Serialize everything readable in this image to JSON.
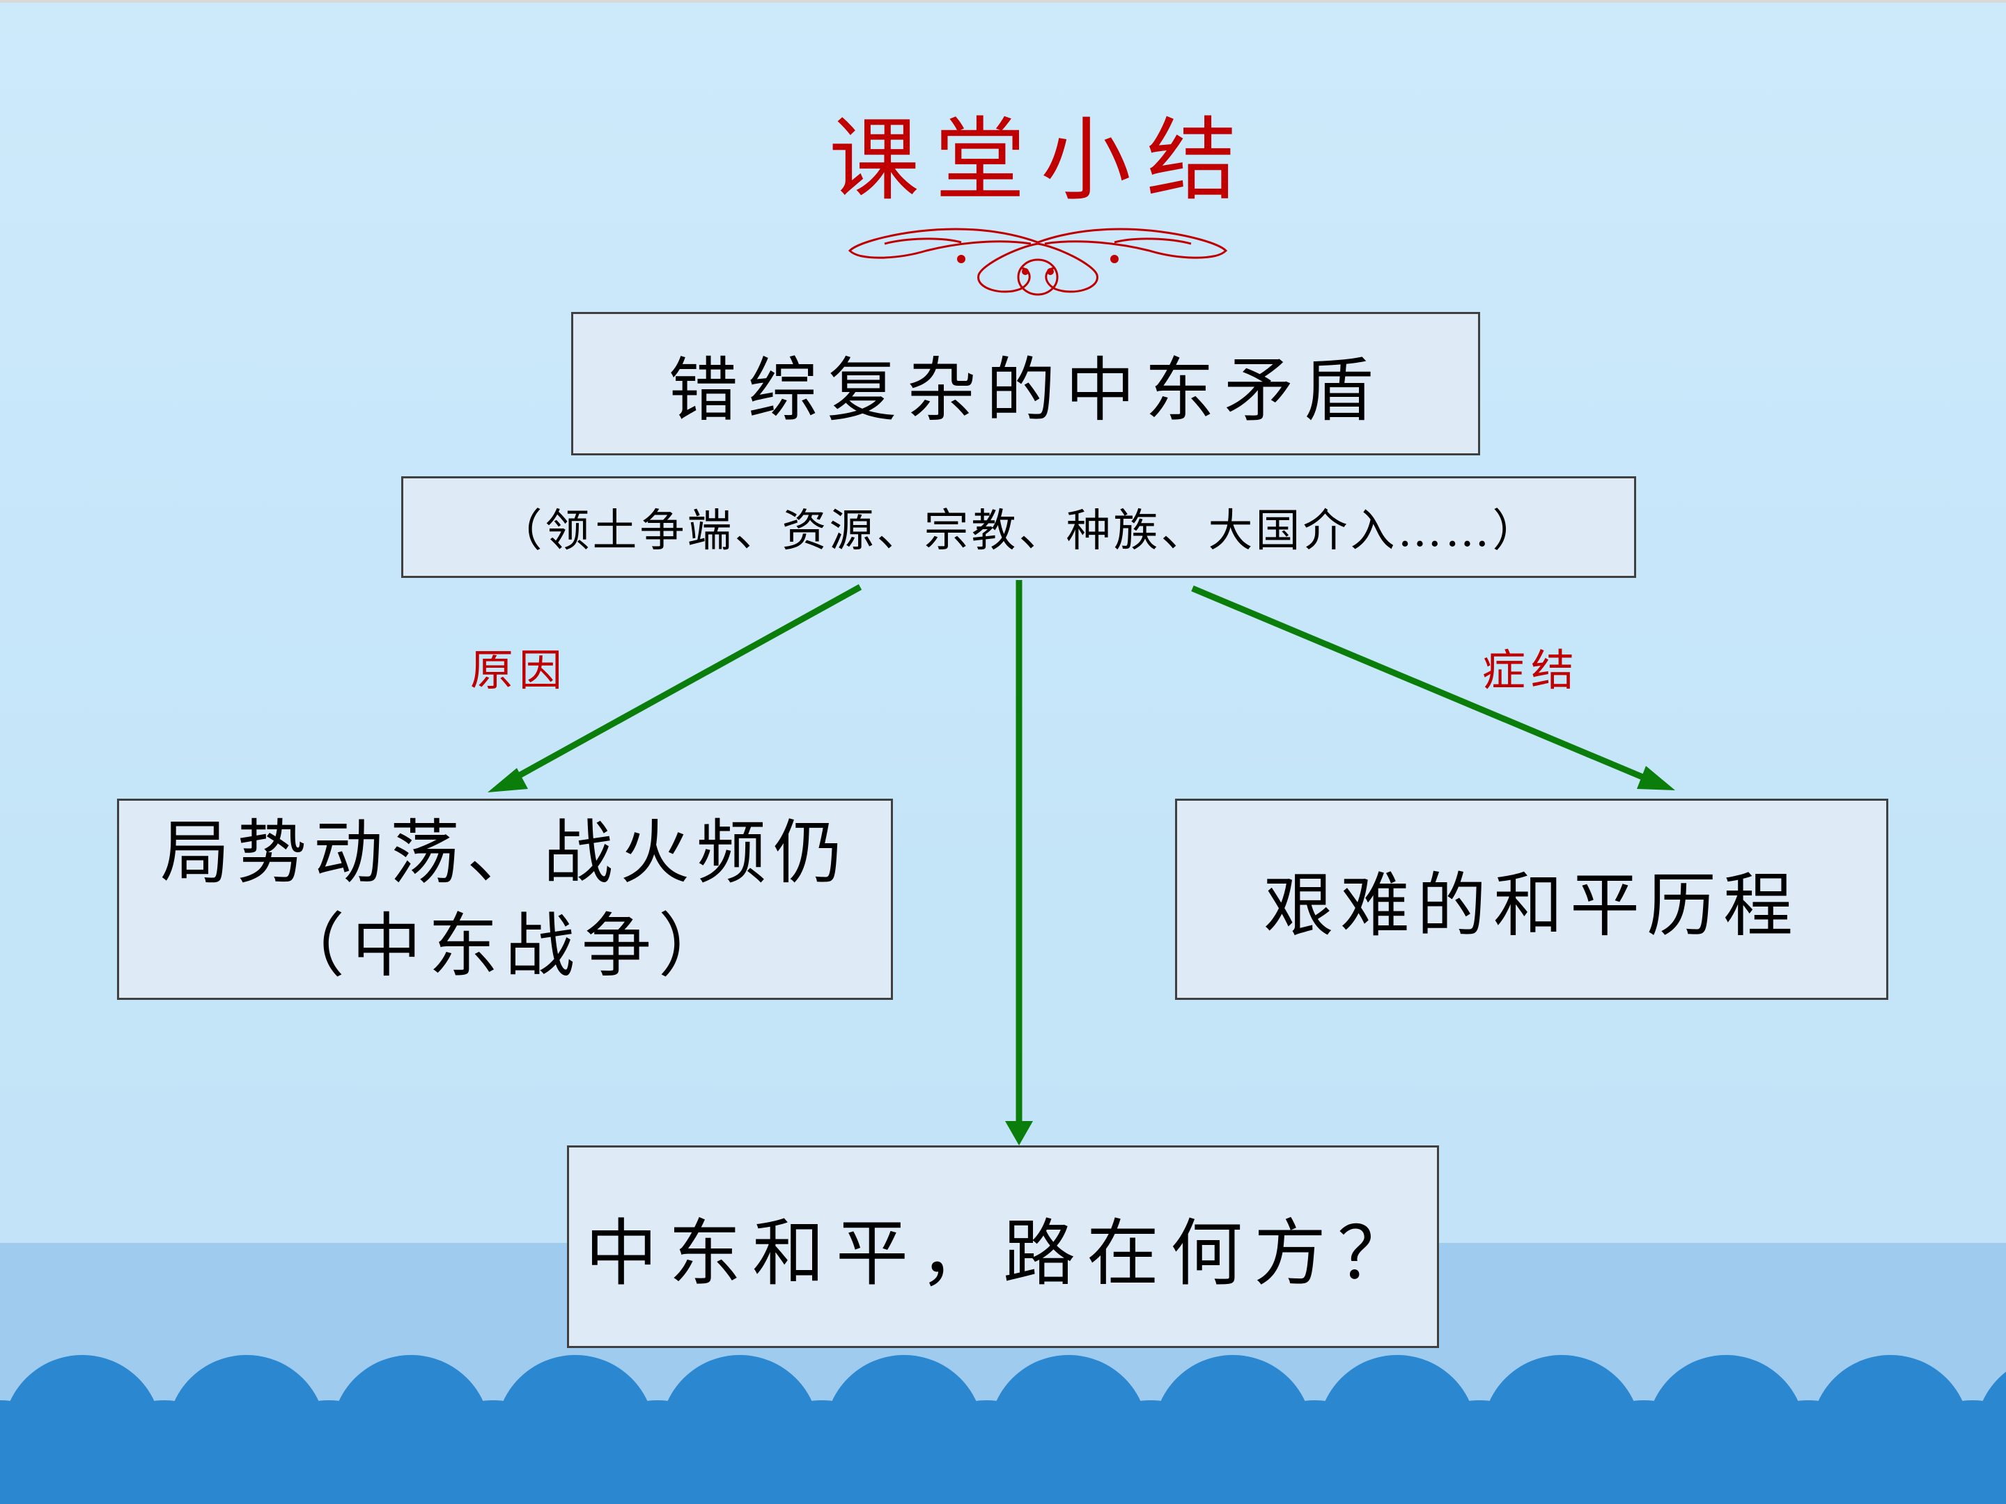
{
  "slide": {
    "title": "课堂小结",
    "nodes": {
      "main": "错综复杂的中东矛盾",
      "factors": "（领土争端、资源、宗教、种族、大国介入……）",
      "left_line1": "局势动荡、战火频仍",
      "left_line2": "（中东战争）",
      "right": "艰难的和平历程",
      "bottom": "中东和平，路在何方？"
    },
    "edge_labels": {
      "left": "原因",
      "right": "症结"
    },
    "colors": {
      "title": "#c00000",
      "edge_label": "#c00000",
      "arrow": "#0a7d0a",
      "box_fill": "#deebf6",
      "box_border": "#404040",
      "background": "#c4e4f8",
      "wave": "#2b87d0"
    }
  }
}
